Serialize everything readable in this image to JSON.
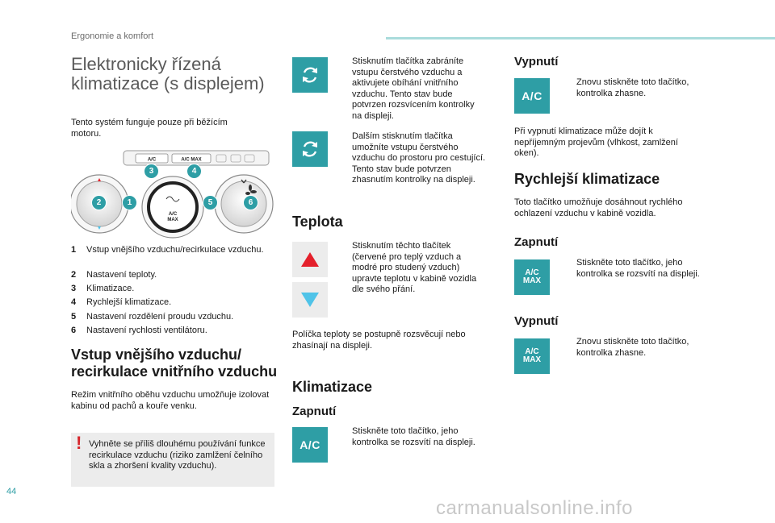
{
  "header": {
    "section": "Ergonomie a komfort"
  },
  "page_number": "44",
  "watermark": "carmanualsonline.info",
  "title_line1": "Elektronicky řízená",
  "title_line2": "klimatizace (s displejem)",
  "intro": "Tento systém funguje pouze při běžícím motoru.",
  "panel": {
    "ac_label": "A/C",
    "acmax_label": "A/C MAX",
    "acmax_line1": "A/C",
    "acmax_line2": "MAX",
    "badges": [
      "1",
      "2",
      "3",
      "4",
      "5",
      "6"
    ]
  },
  "legend": [
    {
      "num": "1",
      "text": "Vstup vnějšího vzduchu/recirkulace vzduchu."
    },
    {
      "num": "2",
      "text": "Nastavení teploty."
    },
    {
      "num": "3",
      "text": "Klimatizace."
    },
    {
      "num": "4",
      "text": "Rychlejší klimatizace."
    },
    {
      "num": "5",
      "text": "Nastavení rozdělení proudu vzduchu."
    },
    {
      "num": "6",
      "text": "Nastavení rychlosti ventilátoru."
    }
  ],
  "section_recirc": {
    "heading_line1": "Vstup vnějšího vzduchu/",
    "heading_line2": "recirkulace vnitřního vzduchu",
    "text": "Režim vnitřního oběhu vzduchu umožňuje izolovat kabinu od pachů a kouře venku.",
    "warning": "Vyhněte se příliš dlouhému používání funkce recirkulace vzduchu (riziko zamlžení čelního skla a zhoršení kvality vzduchu).",
    "warning_mark": "!"
  },
  "bullet_symbol": "",
  "col2": {
    "recirc_bullet1": "Stisknutím tlačítka zabráníte vstupu čerstvého vzduchu a aktivujete obíhání vnitřního vzduchu. Tento stav bude potvrzen rozsvícením kontrolky na displeji.",
    "recirc_bullet2": "Dalším stisknutím tlačítka umožníte vstupu čerstvého vzduchu do prostoru pro cestující. Tento stav bude potvrzen zhasnutím kontrolky na displeji.",
    "teplota_heading": "Teplota",
    "teplota_bullet": "Stisknutím těchto tlačítek (červené pro teplý vzduch a modré pro studený vzduch) upravte teplotu v kabině vozidla dle svého přání.",
    "teplota_note": "Políčka teploty se postupně rozsvěcují nebo zhasínají na displeji.",
    "klima_heading": "Klimatizace",
    "klima_zapnuti": "Zapnutí",
    "klima_zapnuti_bullet": "Stiskněte toto tlačítko, jeho kontrolka se rozsvítí na displeji."
  },
  "col3": {
    "vypnuti_heading": "Vypnutí",
    "vypnuti_bullet": "Znovu stiskněte toto tlačítko, kontrolka zhasne.",
    "vypnuti_note": "Při vypnutí klimatizace může dojít k nepříjemným projevům (vlhkost, zamlžení oken).",
    "rychlejsi_heading": "Rychlejší klimatizace",
    "rychlejsi_text": "Toto tlačítko umožňuje dosáhnout rychlého ochlazení vzduchu v kabině vozidla.",
    "zapnuti_heading": "Zapnutí",
    "zapnuti_bullet": "Stiskněte toto tlačítko, jeho kontrolka se rozsvítí na displeji.",
    "vypnuti2_heading": "Vypnutí",
    "vypnuti2_bullet": "Znovu stiskněte toto tlačítko, kontrolka zhasne."
  },
  "colors": {
    "accent": "#2e9ea5",
    "warning": "#d7262c",
    "temp_up": "#e4202b",
    "temp_down": "#4fc3e8"
  }
}
